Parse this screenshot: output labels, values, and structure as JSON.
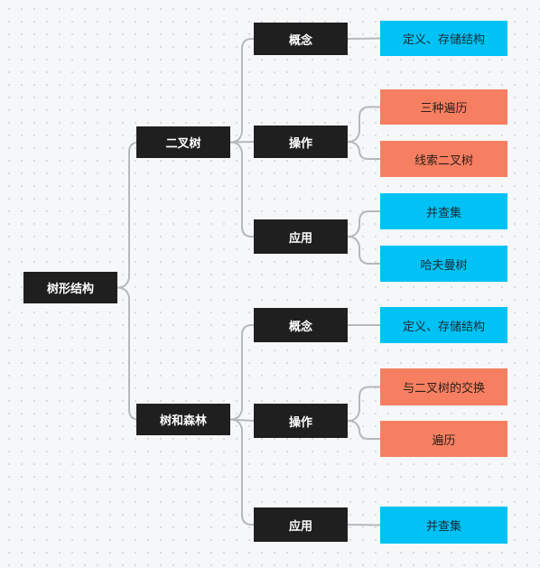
{
  "colors": {
    "dark_node": "#1f1f1f",
    "blue_leaf": "#00c2f5",
    "orange_leaf": "#f67f61",
    "connector": "#b5b8bc"
  },
  "mindmap": {
    "root": {
      "label": "树形结构"
    },
    "branches": [
      {
        "label": "二叉树",
        "children": [
          {
            "label": "概念",
            "leaves": [
              {
                "label": "定义、存储结构",
                "color": "blue"
              }
            ]
          },
          {
            "label": "操作",
            "leaves": [
              {
                "label": "三种遍历",
                "color": "orange"
              },
              {
                "label": "线索二叉树",
                "color": "orange"
              }
            ]
          },
          {
            "label": "应用",
            "leaves": [
              {
                "label": "并查集",
                "color": "blue"
              },
              {
                "label": "哈夫曼树",
                "color": "blue"
              }
            ]
          }
        ]
      },
      {
        "label": "树和森林",
        "children": [
          {
            "label": "概念",
            "leaves": [
              {
                "label": "定义、存储结构",
                "color": "blue"
              }
            ]
          },
          {
            "label": "操作",
            "leaves": [
              {
                "label": "与二叉树的交换",
                "color": "orange"
              },
              {
                "label": "遍历",
                "color": "orange"
              }
            ]
          },
          {
            "label": "应用",
            "leaves": [
              {
                "label": "并查集",
                "color": "blue"
              }
            ]
          }
        ]
      }
    ]
  }
}
